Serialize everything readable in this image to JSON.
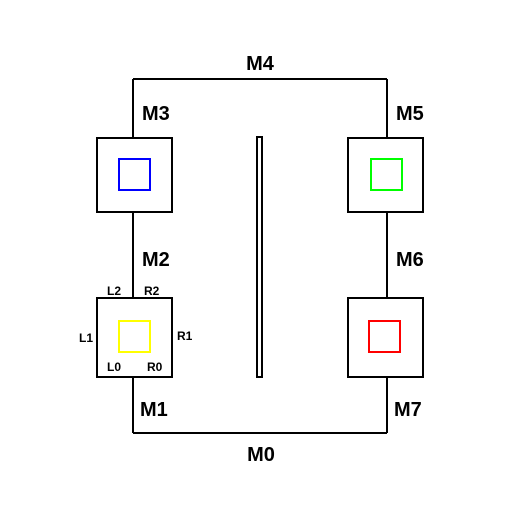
{
  "segments": {
    "m0": "M0",
    "m1": "M1",
    "m2": "M2",
    "m3": "M3",
    "m4": "M4",
    "m5": "M5",
    "m6": "M6",
    "m7": "M7"
  },
  "ports": {
    "l0": "L0",
    "l1": "L1",
    "l2": "L2",
    "r0": "R0",
    "r1": "R1",
    "r2": "R2"
  },
  "nodes": {
    "top_left": {
      "color": "#0000ff"
    },
    "top_right": {
      "color": "#00ff00"
    },
    "bottom_left": {
      "color": "#ffff00"
    },
    "bottom_right": {
      "color": "#ff0000"
    }
  }
}
